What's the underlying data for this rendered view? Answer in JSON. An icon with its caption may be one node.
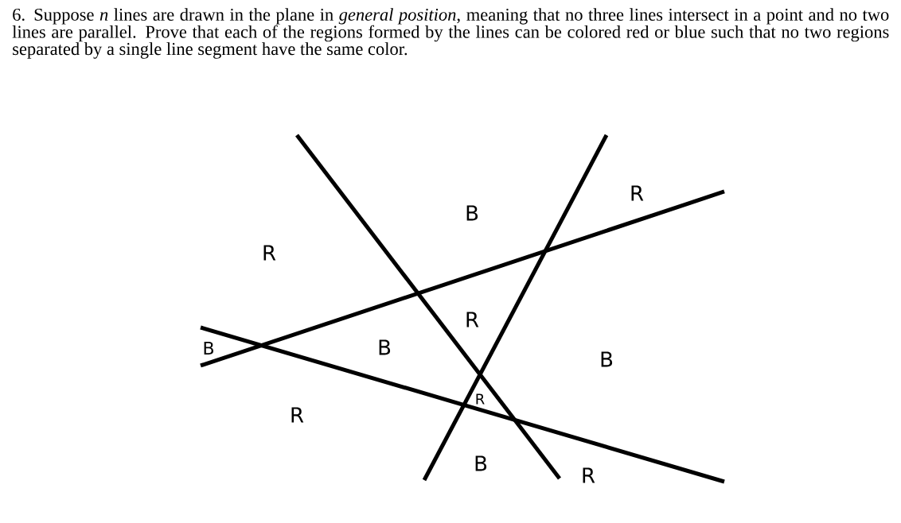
{
  "diagram": {
    "labels": [
      "6. Suppose *n* lines are drawn in the plane in *general position*, meaning that no three lines intersect in a point and no two lines are parallel. Prove that each of the regions formed by the lines can be colored red or blue such that no two regions separated by a single line segment have the same color.",
      "R",
      "B",
      "R",
      "R",
      "B",
      "B",
      "B",
      "R",
      "R",
      "B",
      "R"
    ]
  }
}
